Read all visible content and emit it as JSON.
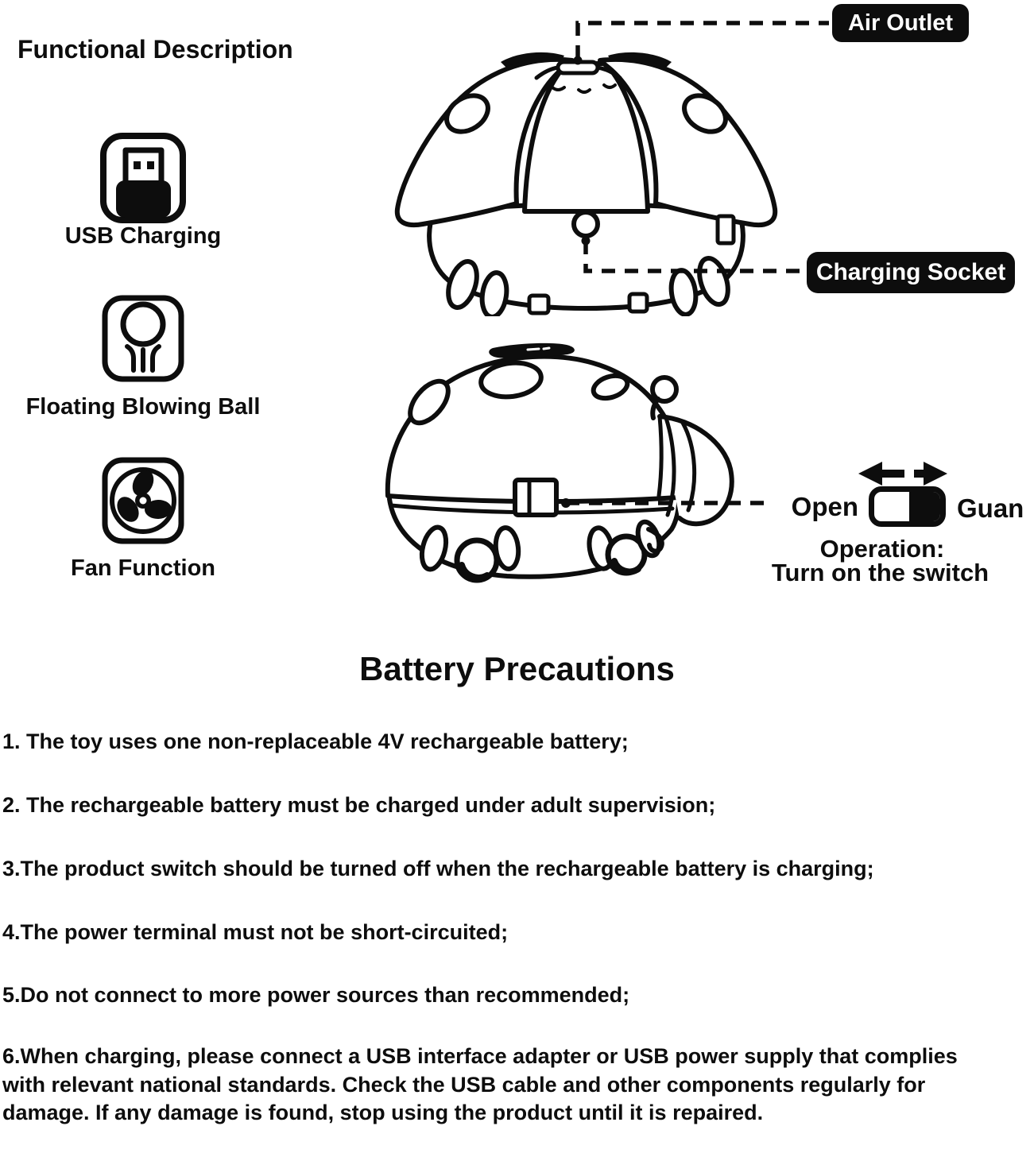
{
  "functional": {
    "title": "Functional Description",
    "features": [
      {
        "icon": "usb-plug-icon",
        "label": "USB Charging"
      },
      {
        "icon": "floating-ball-icon",
        "label": "Floating Blowing Ball"
      },
      {
        "icon": "fan-icon",
        "label": "Fan Function"
      }
    ]
  },
  "callouts": {
    "air_outlet": "Air Outlet",
    "charging_socket": "Charging Socket"
  },
  "switch": {
    "open_label": "Open",
    "guan_label": "Guan",
    "operation_title": "Operation:",
    "operation_text": "Turn on the switch"
  },
  "precautions": {
    "title": "Battery Precautions",
    "items": [
      "1. The toy uses one non-replaceable 4V rechargeable battery;",
      "2. The rechargeable battery must be charged under adult supervision;",
      "3.The product switch should be turned off when the rechargeable battery is charging;",
      "4.The power terminal must not be short-circuited;",
      "5.Do not connect to more power sources than recommended;",
      "6.When charging, please connect a USB interface adapter or USB power supply that complies with relevant national standards. Check the USB cable and other components regularly for damage. If any damage is found, stop using the product until it is repaired."
    ]
  },
  "colors": {
    "ink": "#0d0d0d",
    "paper": "#ffffff"
  }
}
